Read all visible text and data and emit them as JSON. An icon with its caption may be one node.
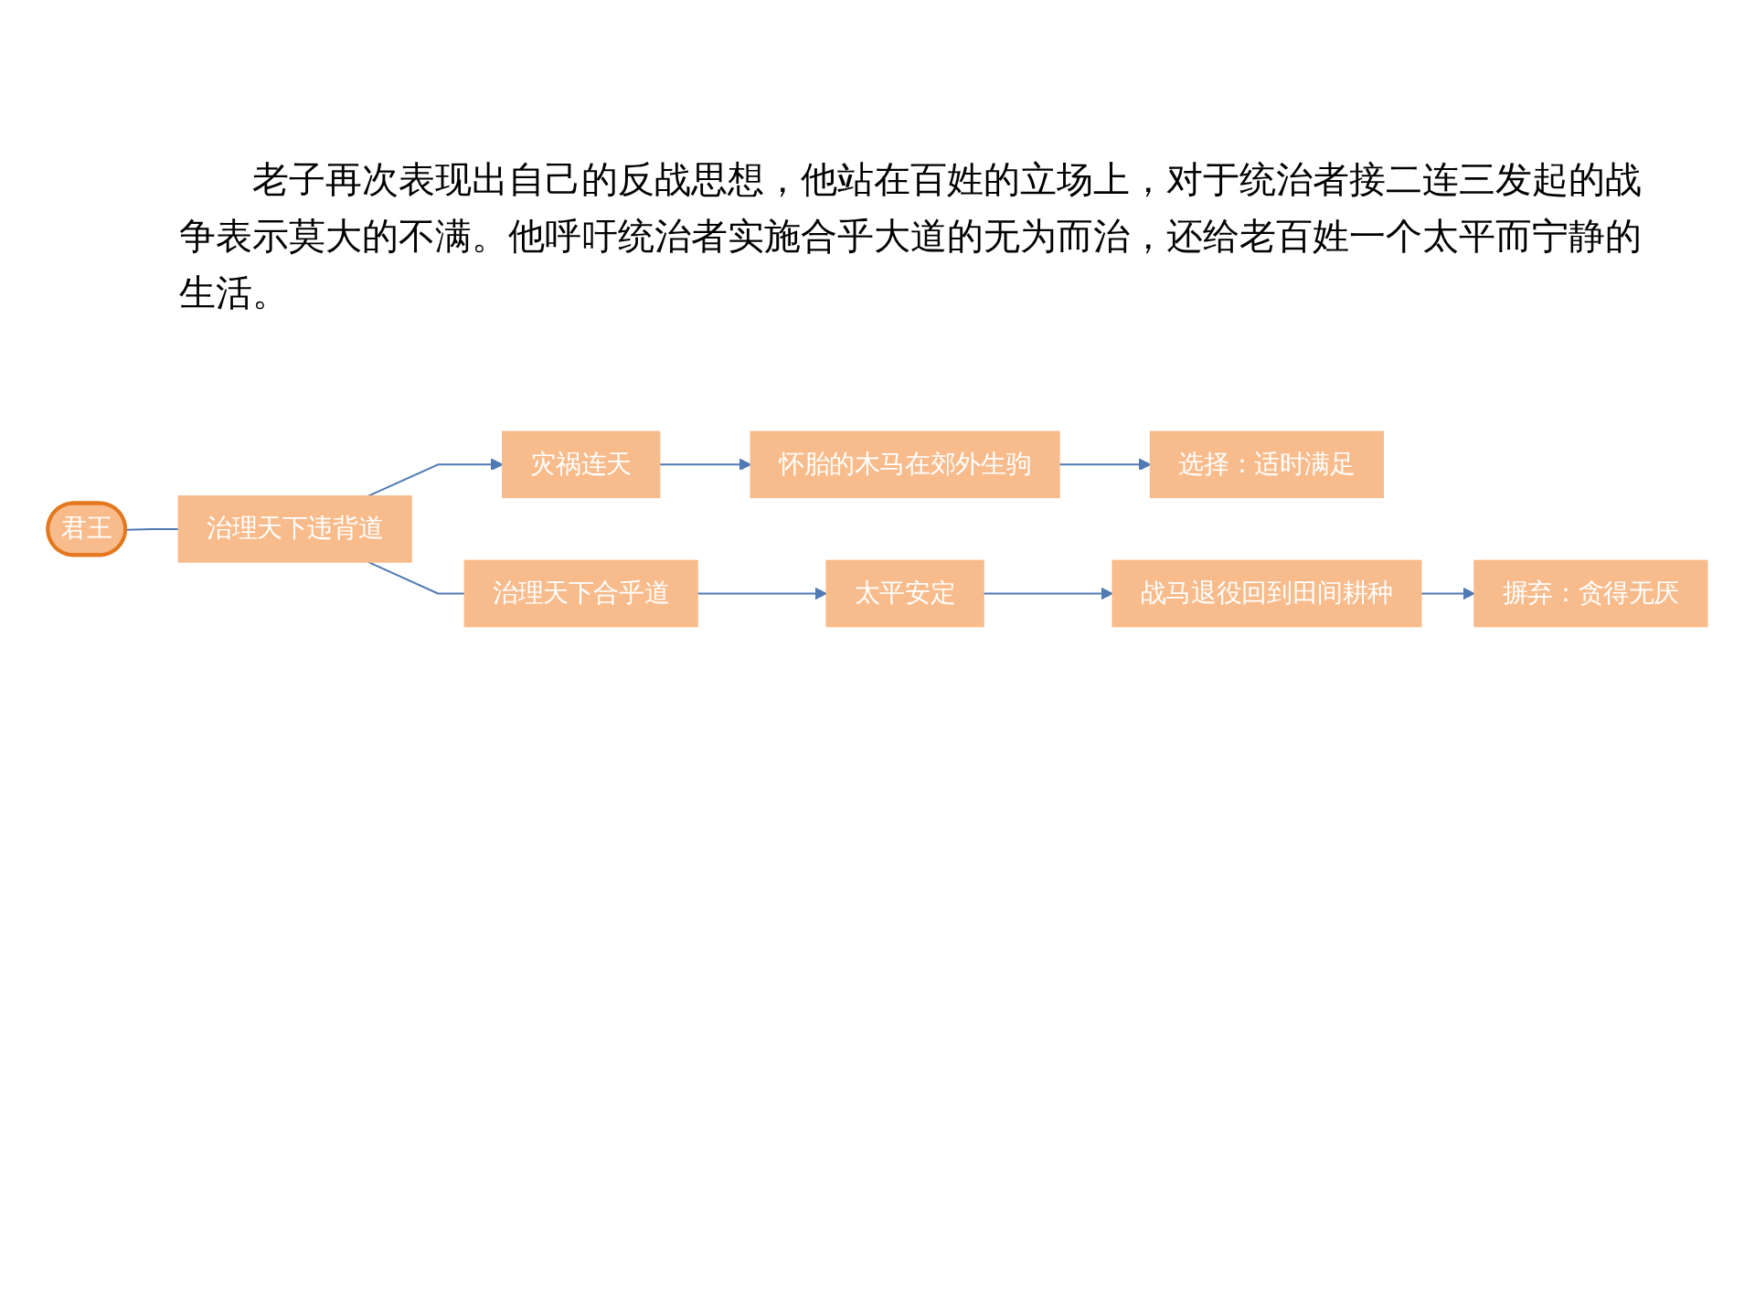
{
  "diagram": {
    "nodes": [
      {
        "text": [
          "君王"
        ]
      },
      {
        "text": [
          "治理天下违背道"
        ]
      },
      {
        "text": [
          "灾祸连天"
        ]
      },
      {
        "text": [
          "怀胎的木马在郊外生驹"
        ]
      },
      {
        "text": [
          "选择：适时满足"
        ]
      },
      {
        "text": [
          "治理天下合乎道"
        ]
      },
      {
        "text": [
          "太平安定"
        ]
      },
      {
        "text": [
          "战马退役回到田间耕种"
        ]
      },
      {
        "text": [
          "摒弃：贪得无厌"
        ]
      }
    ],
    "edges": [
      {
        "from": 0,
        "to": 1,
        "arrow": "none"
      },
      {
        "from": 1,
        "to": 2,
        "arrow": "to"
      },
      {
        "from": 2,
        "to": 3,
        "arrow": "to"
      },
      {
        "from": 3,
        "to": 4,
        "arrow": "to"
      },
      {
        "from": 1,
        "to": 5,
        "arrow": "none"
      },
      {
        "from": 5,
        "to": 6,
        "arrow": "to"
      },
      {
        "from": 6,
        "to": 7,
        "arrow": "to"
      },
      {
        "from": 7,
        "to": 8,
        "arrow": "to"
      }
    ],
    "labels": [
      "老子再次表现出自己的反战思想，他站在百姓的立场上，对于统治者接二连三发起的战争表示莫大的不满。他呼吁统治者实施合乎大道的无为而治，还给老百姓一个太平而宁静的生活。"
    ]
  }
}
